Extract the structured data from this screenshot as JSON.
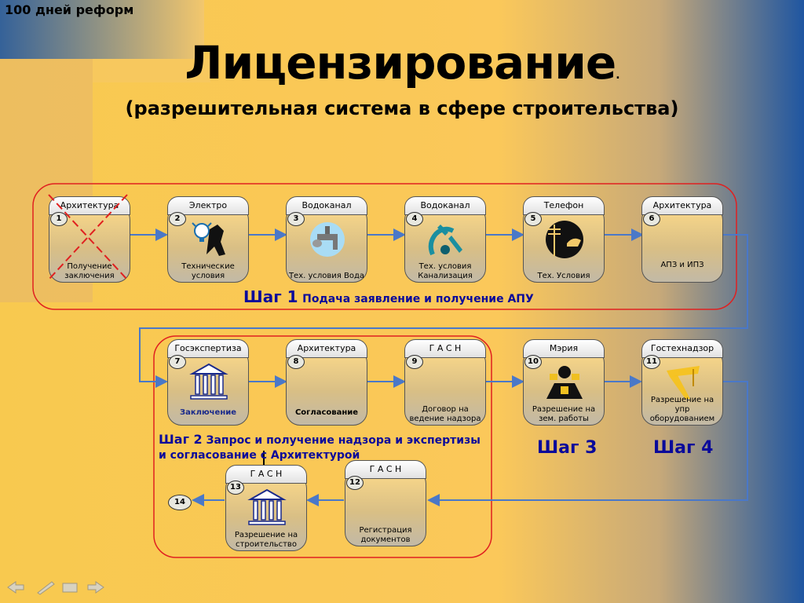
{
  "corner_label": "100 дней реформ",
  "title": "Лицензирование",
  "title_suffix": ".",
  "subtitle": "(разрешительная система в сфере строительства)",
  "colors": {
    "bg_left": "#f8c94f",
    "bg_right": "#1f56a1",
    "frame": "#e02020",
    "arrow": "#4a78c8",
    "step_text": "#0a0a9a"
  },
  "nodes": [
    {
      "num": "1",
      "header": "Архитектура",
      "caption": "Получение заключения",
      "icon": "none",
      "crossed": true
    },
    {
      "num": "2",
      "header": "Электро",
      "caption": "Технические условия",
      "icon": "lightbulb-worker-icon"
    },
    {
      "num": "3",
      "header": "Водоканал",
      "caption": "Тех. условия Вода",
      "icon": "water-faucet-icon"
    },
    {
      "num": "4",
      "header": "Водоканал",
      "caption": "Тех. условия Канализация",
      "icon": "plumbing-tools-icon"
    },
    {
      "num": "5",
      "header": "Телефон",
      "caption": "Тех. Условия",
      "icon": "telephone-pole-icon"
    },
    {
      "num": "6",
      "header": "Архитектура",
      "caption": "АПЗ и ИПЗ",
      "icon": "none"
    },
    {
      "num": "7",
      "header": "Госэкспертиза",
      "caption": "Заключение",
      "icon": "government-building-icon"
    },
    {
      "num": "8",
      "header": "Архитектура",
      "caption": "Согласование",
      "icon": "none"
    },
    {
      "num": "9",
      "header": "Г А С Н",
      "caption": "Договор на ведение надзора",
      "icon": "none"
    },
    {
      "num": "10",
      "header": "Мэрия",
      "caption": "Разрешение на зем. работы",
      "icon": "excavator-worker-icon"
    },
    {
      "num": "11",
      "header": "Гостехнадзор",
      "caption": "Разрешение на упр оборудованием",
      "icon": "crane-icon"
    },
    {
      "num": "12",
      "header": "Г А С Н",
      "caption": "Регистрация документов",
      "icon": "none"
    },
    {
      "num": "13",
      "header": "Г А С Н",
      "caption": "Разрешение на строительство",
      "icon": "government-building-icon"
    }
  ],
  "end_node": "14",
  "steps": {
    "step1_big": "Шаг 1",
    "step1_text": "Подача заявление и получение АПУ",
    "step2_big": "Шаг 2",
    "step2_text": "Запрос и получение надзора и экспертизы и согласование с Архитектурой",
    "step3": "Шаг 3",
    "step4": "Шаг 4"
  },
  "nav_icons": [
    "back-arrow-icon",
    "pen-icon",
    "menu-icon",
    "forward-arrow-icon"
  ]
}
